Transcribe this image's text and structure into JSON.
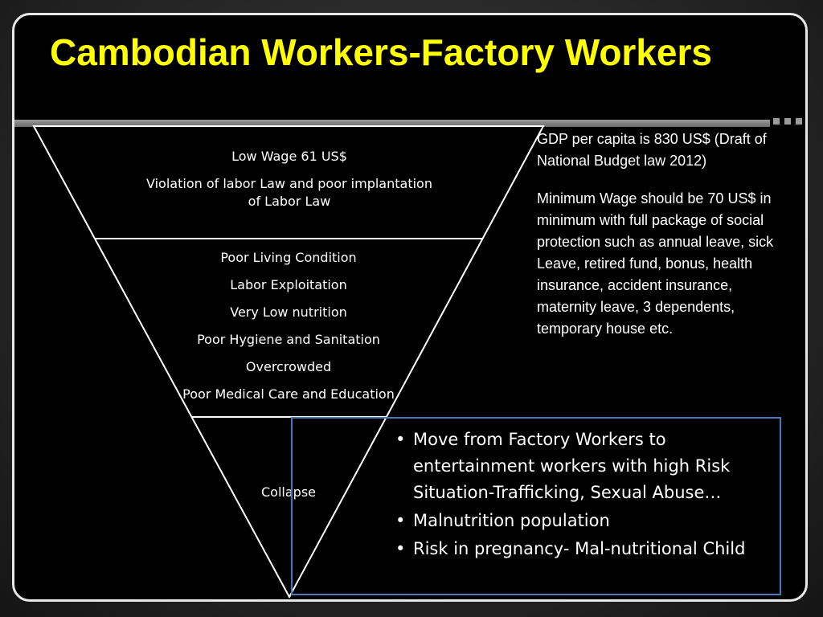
{
  "slide": {
    "title": "Cambodian Workers-Factory Workers",
    "accent_color": "#ffff00",
    "box_border_color": "#4a78b8"
  },
  "pyramid": {
    "tiers": [
      {
        "items": [
          "Low Wage 61 US$",
          "Violation of labor Law and poor implantation of Labor Law"
        ]
      },
      {
        "items": [
          "Poor Living Condition",
          "Labor Exploitation",
          "Very Low nutrition",
          "Poor Hygiene and Sanitation",
          "Overcrowded",
          "Poor Medical Care and Education"
        ]
      },
      {
        "items": [
          "Collapse"
        ]
      }
    ]
  },
  "notes": {
    "gdp": "GDP per capita is 830 US$ (Draft of National Budget law 2012)",
    "minimum_wage": "Minimum Wage should be 70 US$ in minimum with full package of social protection such as annual leave, sick Leave, retired fund, bonus, health insurance, accident insurance, maternity leave, 3 dependents, temporary house etc."
  },
  "consequences": [
    "Move from Factory Workers to entertainment workers with high Risk Situation-Trafficking, Sexual Abuse…",
    "Malnutrition population",
    "Risk in pregnancy- Mal-nutritional Child"
  ]
}
